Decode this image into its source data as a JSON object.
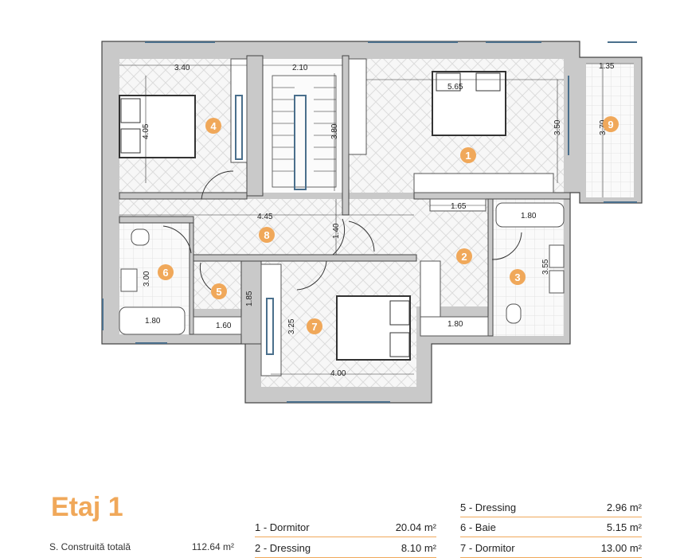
{
  "floor_title": "Etaj 1",
  "summary": {
    "label": "S. Construită totală",
    "value": "112.64 m²"
  },
  "dimensions": {
    "bedroom4_width": "3.40",
    "bedroom4_height": "4.05",
    "stair_width": "2.10",
    "stair_height": "3.80",
    "bedroom1_width": "5.65",
    "bedroom1_height": "3.50",
    "terrace_width": "1.35",
    "terrace_height": "3.70",
    "hall_width": "4.45",
    "hall_height": "1.40",
    "dressing2_width": "1.65",
    "bath3_tub": "1.80",
    "bath3_height": "3.55",
    "bath6_height": "3.00",
    "bath6_tub": "1.80",
    "dressing5_width": "1.60",
    "dressing5_height": "1.85",
    "bedroom7_width": "4.00",
    "bedroom7_height": "3.25",
    "wardrobe_width": "1.80"
  },
  "room_numbers": [
    "1",
    "2",
    "3",
    "4",
    "5",
    "6",
    "7",
    "8",
    "9"
  ],
  "legend": [
    {
      "name": "1 - Dormitor",
      "area": "20.04 m²"
    },
    {
      "name": "2 - Dressing",
      "area": "8.10 m²"
    },
    {
      "name": "5 - Dressing",
      "area": "2.96 m²"
    },
    {
      "name": "6 - Baie",
      "area": "5.15 m²"
    },
    {
      "name": "7 - Dormitor",
      "area": "13.00 m²"
    }
  ],
  "colors": {
    "accent": "#f0a85a",
    "wall": "#c9c9c9",
    "wall_outline": "#444444",
    "window": "#4a6f8c"
  }
}
